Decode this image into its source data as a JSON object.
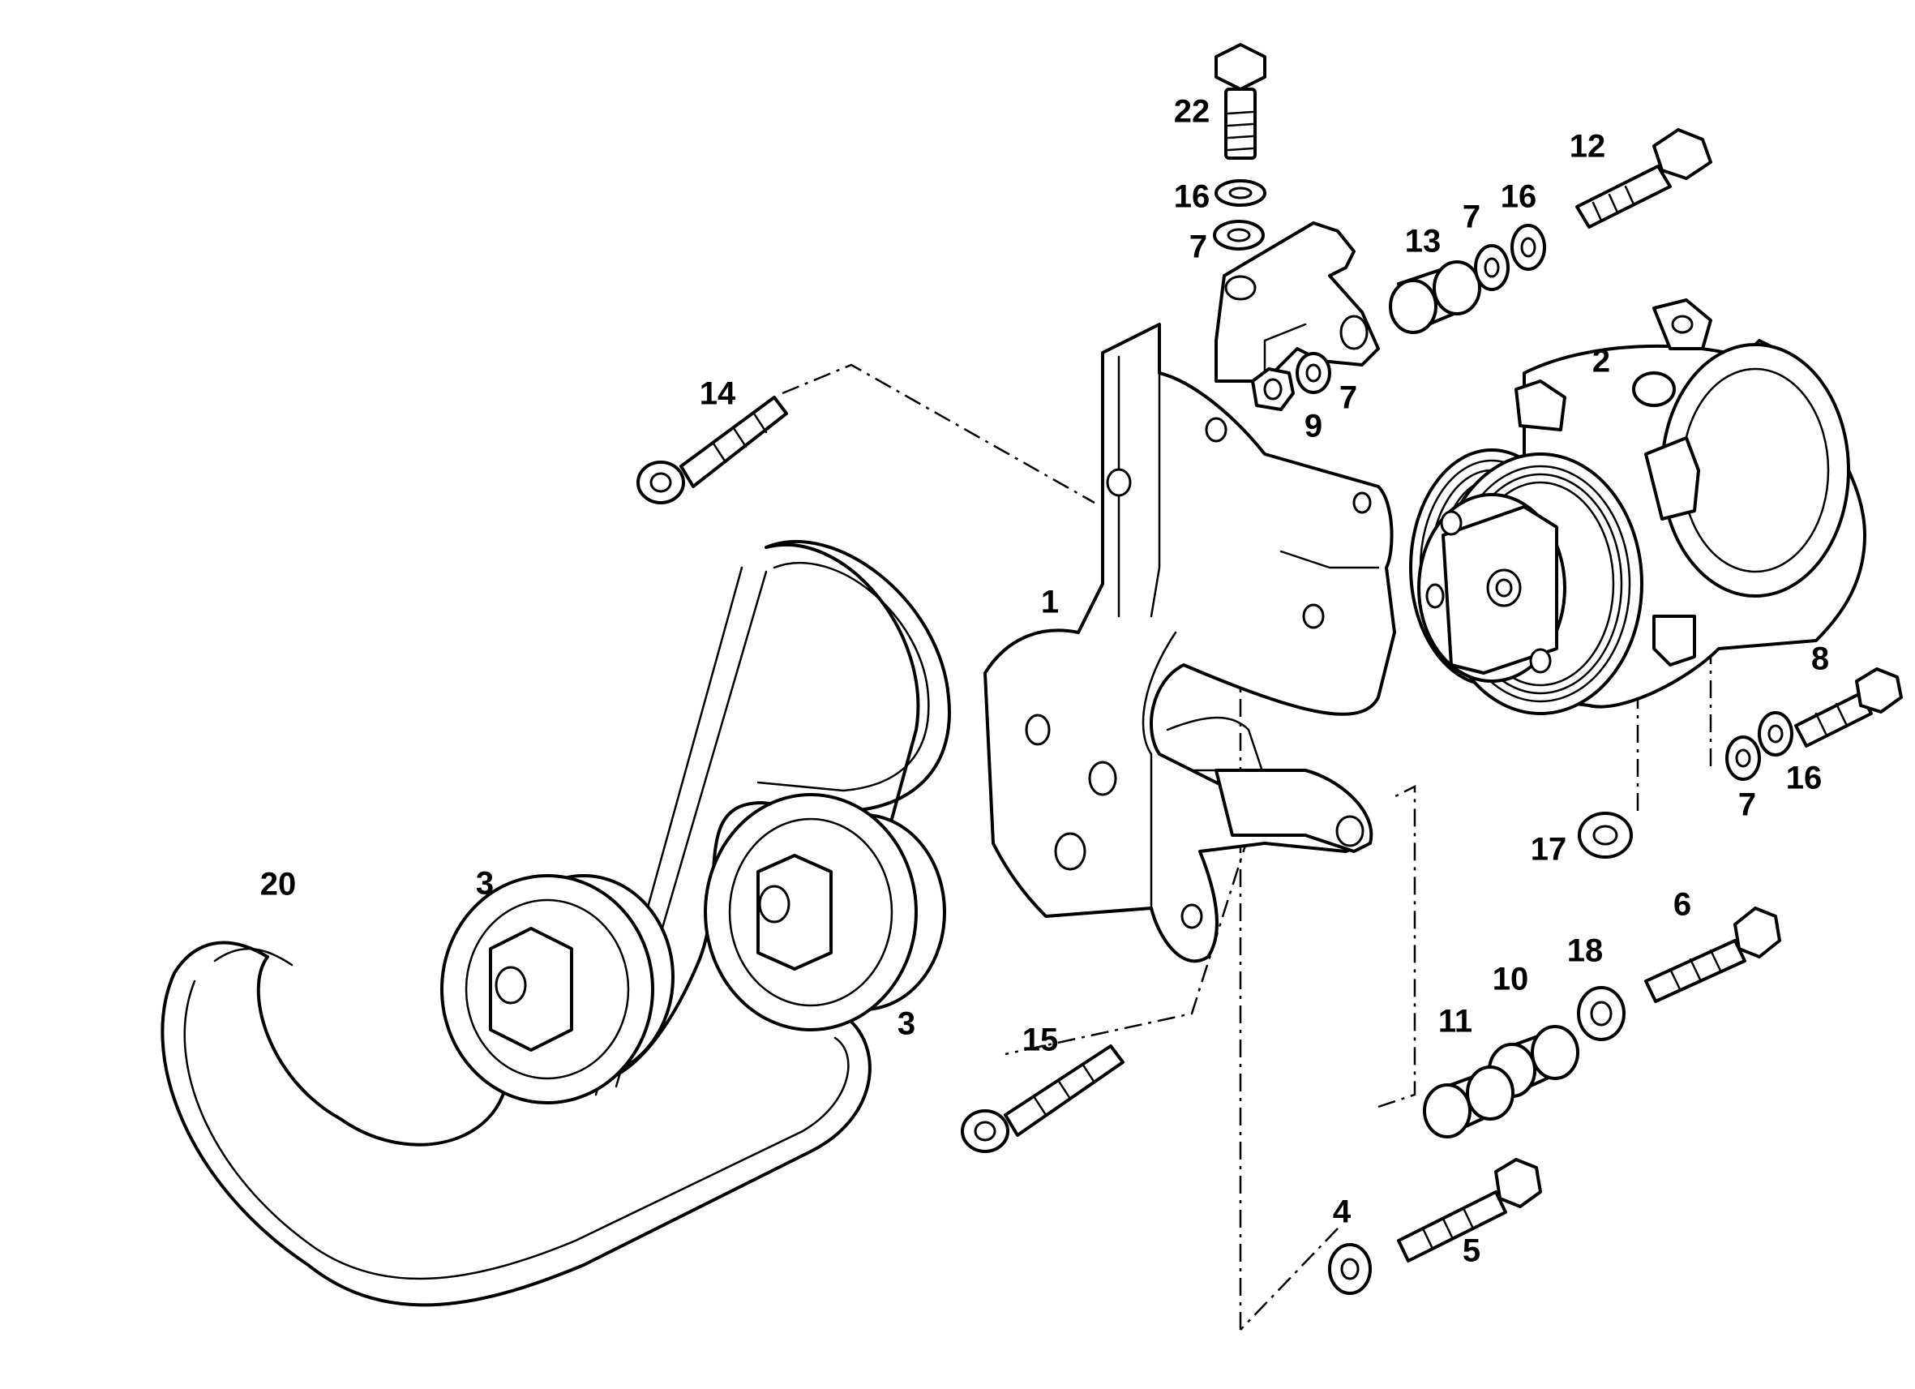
{
  "callouts": {
    "c1": "1",
    "c2": "2",
    "c3a": "3",
    "c3b": "3",
    "c4": "4",
    "c5": "5",
    "c6": "6",
    "c7a": "7",
    "c7b": "7",
    "c7c": "7",
    "c7d": "7",
    "c8": "8",
    "c9": "9",
    "c10": "10",
    "c11": "11",
    "c12": "12",
    "c13": "13",
    "c14": "14",
    "c15": "15",
    "c16a": "16",
    "c16b": "16",
    "c16c": "16",
    "c17": "17",
    "c18": "18",
    "c20": "20",
    "c22": "22"
  },
  "colors": {
    "line": "#000000",
    "background": "#ffffff"
  }
}
